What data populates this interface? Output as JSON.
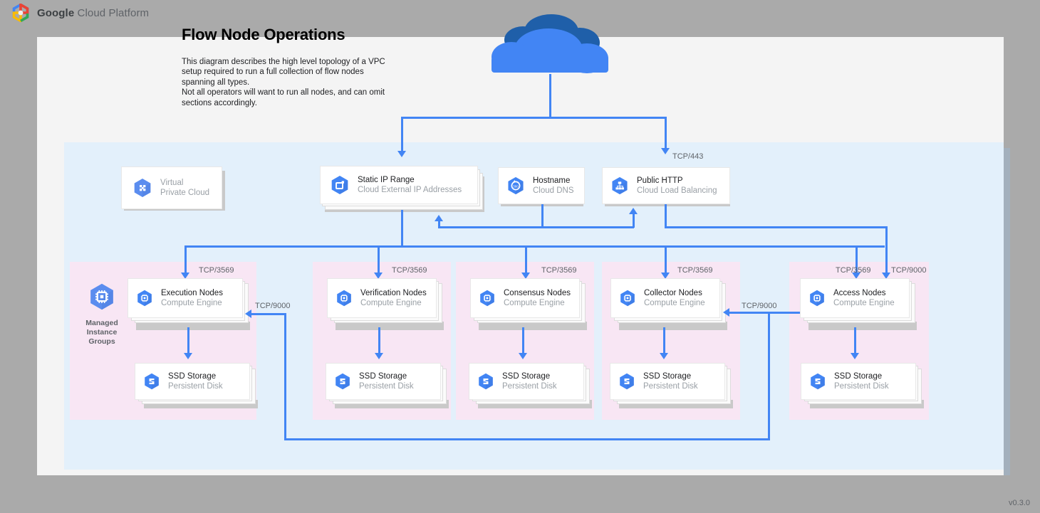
{
  "header": {
    "brand_bold": "Google",
    "brand_rest": " Cloud Platform",
    "logo_icon": "gcp-hexagon-logo"
  },
  "title": "Flow Node Operations",
  "subtitle": "This diagram describes the high level topology of a VPC setup required to run a full collection of flow nodes spanning all types.\nNot all operators will want to run all nodes, and can omit sections accordingly.",
  "version": "v0.3.0",
  "internet": {
    "icon": "cloud-icon"
  },
  "top_row": [
    {
      "id": "vpc",
      "title": "Virtual",
      "subtitle": "Private Cloud",
      "icon": "virtual-private-cloud-icon",
      "muted": true
    },
    {
      "id": "static-ip",
      "title": "Static IP Range",
      "subtitle": "Cloud External IP Addresses",
      "icon": "cloud-external-ip-icon",
      "muted": false
    },
    {
      "id": "hostname",
      "title": "Hostname",
      "subtitle": "Cloud DNS",
      "icon": "cloud-dns-icon",
      "muted": false
    },
    {
      "id": "public-http",
      "title": "Public HTTP",
      "subtitle": "Cloud Load Balancing",
      "icon": "cloud-load-balancing-icon",
      "muted": false
    }
  ],
  "groups": [
    {
      "id": "execution",
      "caption": "Managed\nInstance\nGroups",
      "node_title": "Execution Nodes",
      "node_subtitle": "Compute Engine",
      "storage_title": "SSD Storage",
      "storage_subtitle": "Persistent Disk",
      "node_icon": "compute-engine-icon",
      "storage_icon": "persistent-disk-icon",
      "group_icon": "compute-engine-icon"
    },
    {
      "id": "verification",
      "caption": "",
      "node_title": "Verification Nodes",
      "node_subtitle": "Compute Engine",
      "storage_title": "SSD Storage",
      "storage_subtitle": "Persistent Disk",
      "node_icon": "compute-engine-icon",
      "storage_icon": "persistent-disk-icon",
      "group_icon": ""
    },
    {
      "id": "consensus",
      "caption": "",
      "node_title": "Consensus Nodes",
      "node_subtitle": "Compute Engine",
      "storage_title": "SSD Storage",
      "storage_subtitle": "Persistent Disk",
      "node_icon": "compute-engine-icon",
      "storage_icon": "persistent-disk-icon",
      "group_icon": ""
    },
    {
      "id": "collector",
      "caption": "",
      "node_title": "Collector Nodes",
      "node_subtitle": "Compute Engine",
      "storage_title": "SSD Storage",
      "storage_subtitle": "Persistent Disk",
      "node_icon": "compute-engine-icon",
      "storage_icon": "persistent-disk-icon",
      "group_icon": ""
    },
    {
      "id": "access",
      "caption": "",
      "node_title": "Access Nodes",
      "node_subtitle": "Compute Engine",
      "storage_title": "SSD Storage",
      "storage_subtitle": "Persistent Disk",
      "node_icon": "compute-engine-icon",
      "storage_icon": "persistent-disk-icon",
      "group_icon": ""
    }
  ],
  "port_labels": {
    "https": "TCP/443",
    "exec_in": "TCP/3569",
    "verify_in": "TCP/3569",
    "consensus_in": "TCP/3569",
    "collector_in": "TCP/3569",
    "access_in": "TCP/3569",
    "access_lb": "TCP/9000",
    "exec_return": "TCP/9000",
    "collector_return": "TCP/9000"
  },
  "colors": {
    "accent": "#4285f4",
    "vpc_region": "#e3f0fb",
    "group_panel": "#f8e6f4",
    "canvas": "#f4f4f4",
    "page": "#aaaaaa",
    "cloud_front": "#4285f4",
    "cloud_back": "#1f5fa9",
    "muted_text": "#9aa0a6"
  }
}
